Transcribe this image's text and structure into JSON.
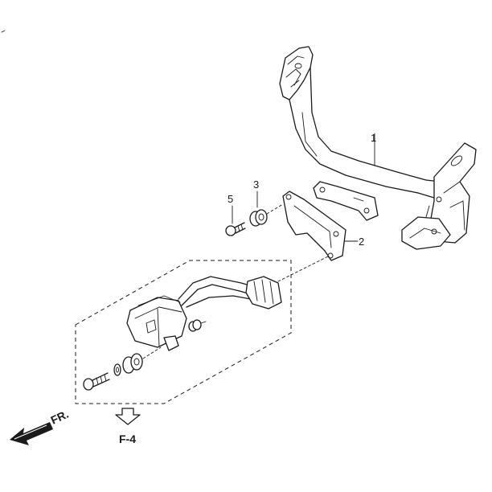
{
  "parts": [
    {
      "callout": "1"
    },
    {
      "callout": "2"
    },
    {
      "callout": "3"
    },
    {
      "callout": "5"
    }
  ],
  "reference": "F-4",
  "direction": "FR."
}
